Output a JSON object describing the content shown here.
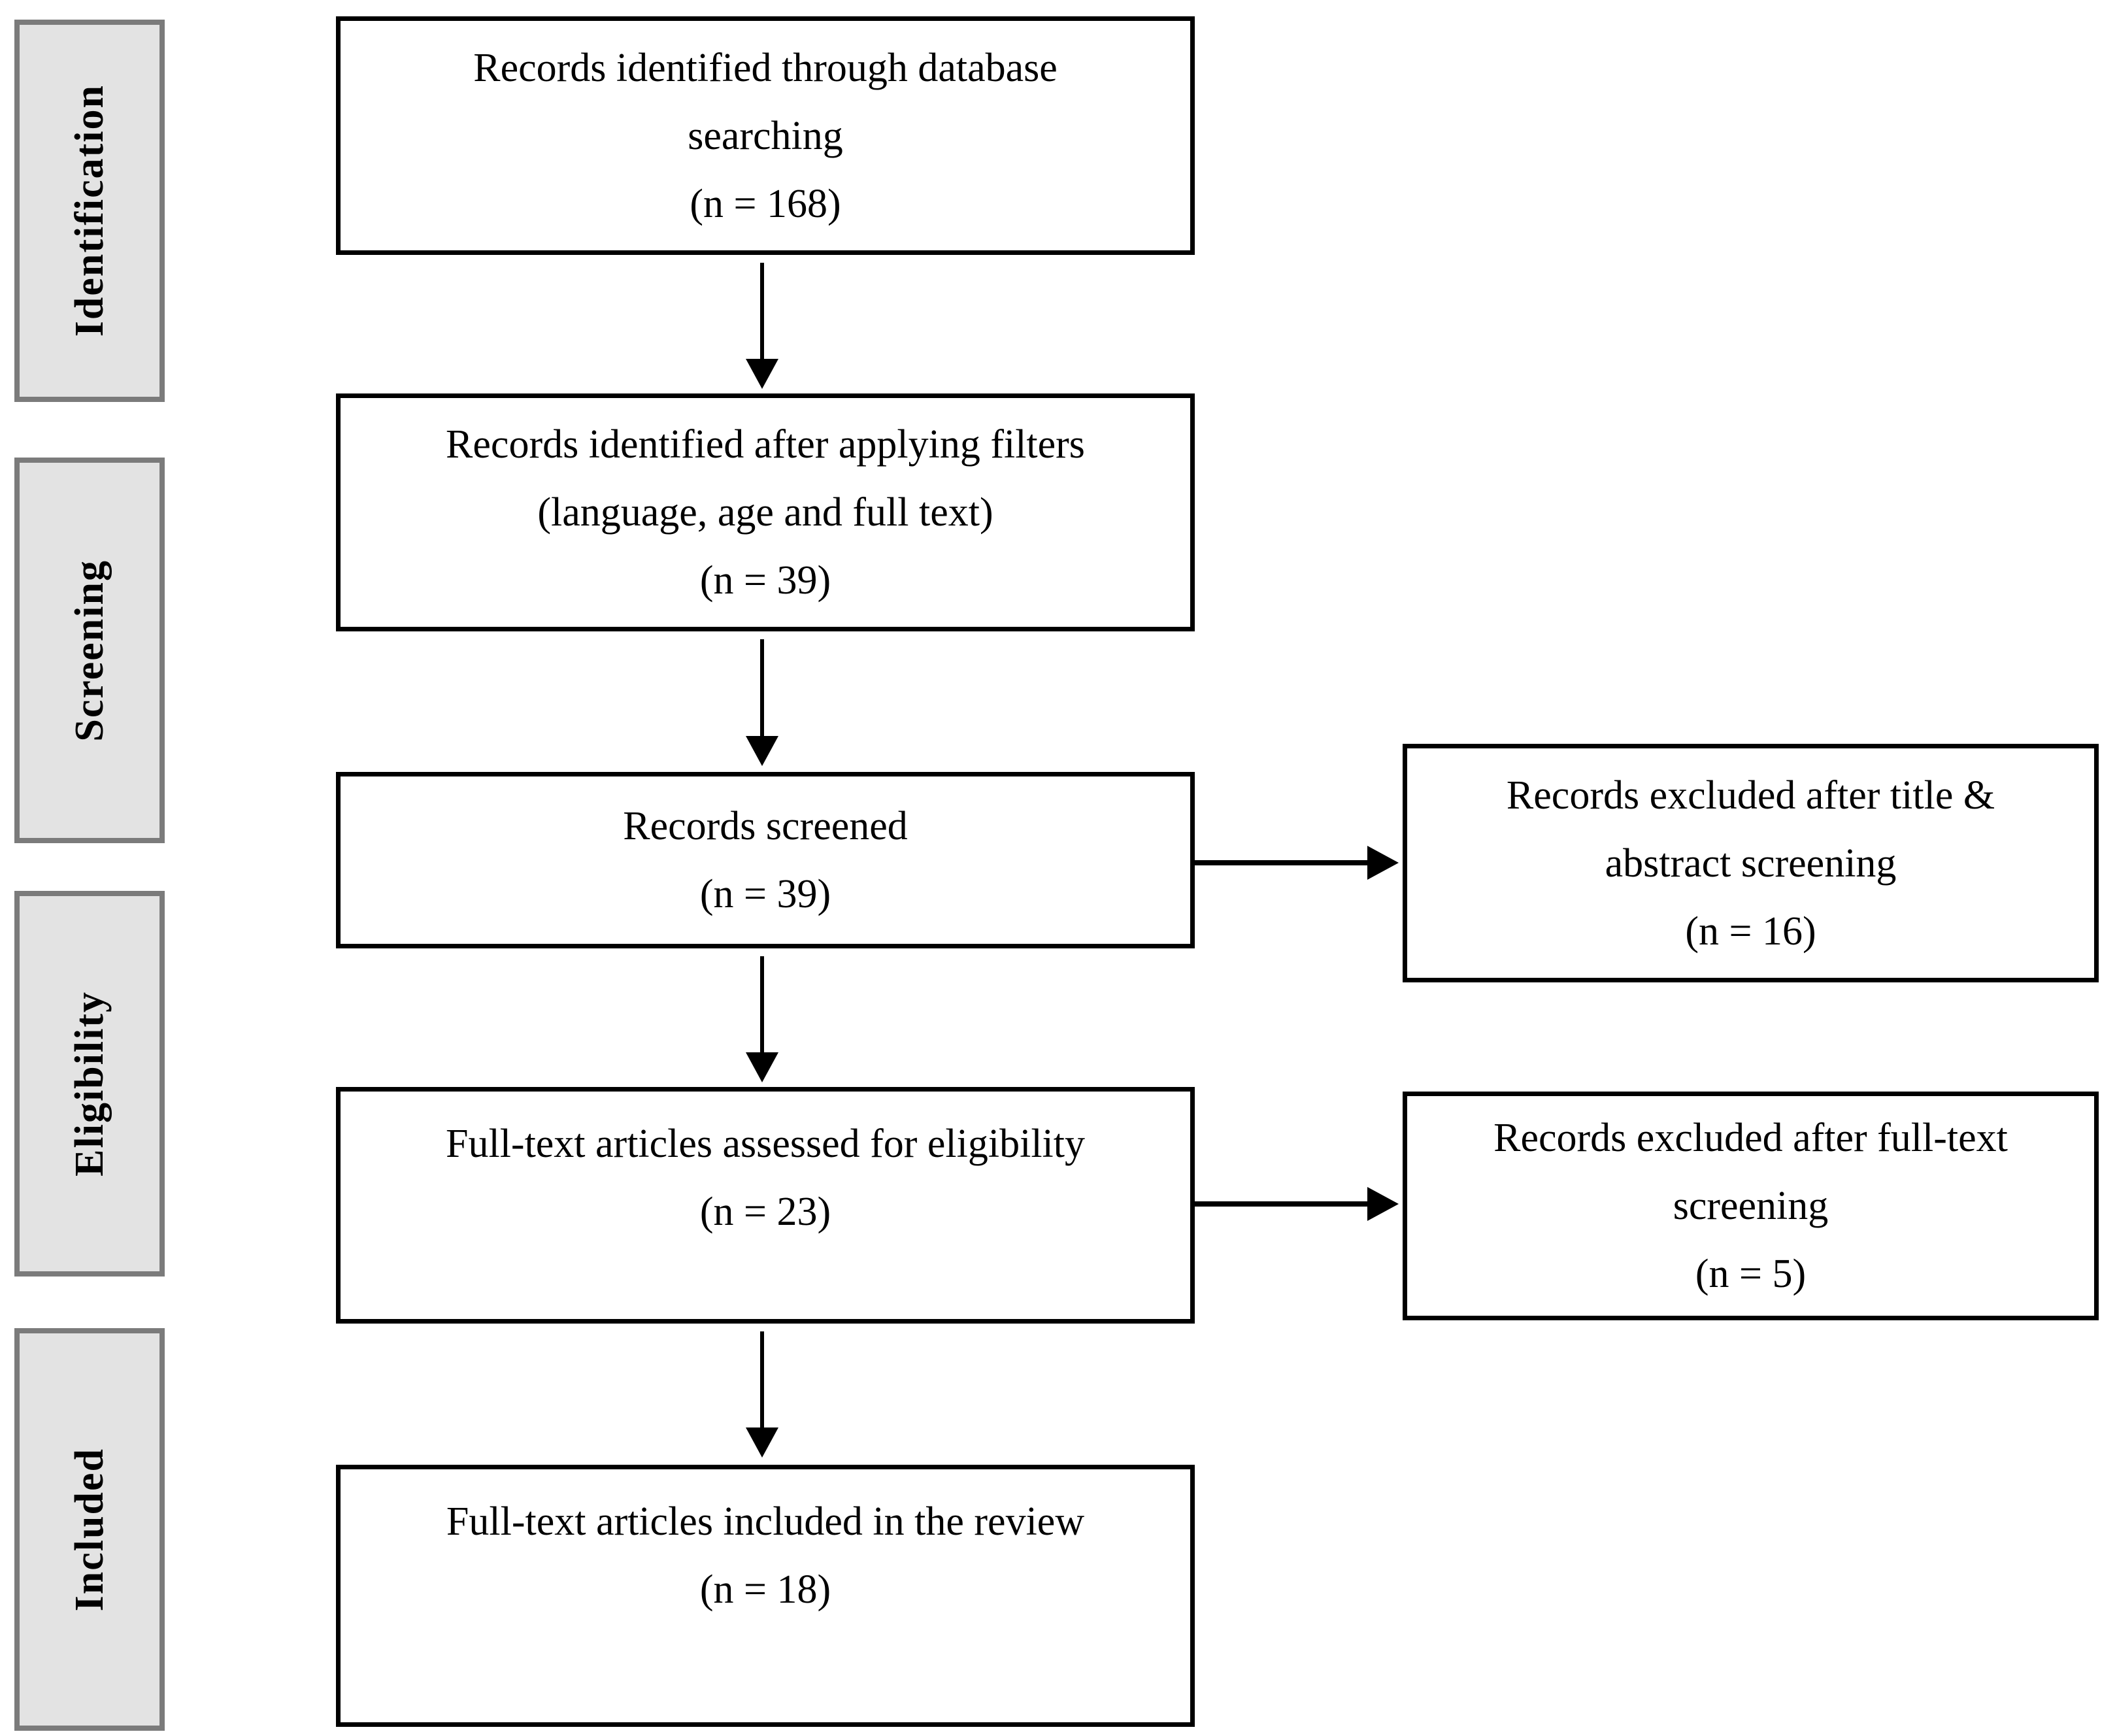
{
  "colors": {
    "background": "#ffffff",
    "box_border": "#000000",
    "stage_fill": "#e3e3e3",
    "stage_border": "#7b7b7b",
    "text": "#000000"
  },
  "sidebar": {
    "stages": [
      {
        "label": "Identification"
      },
      {
        "label": "Screening"
      },
      {
        "label": "Eligibility"
      },
      {
        "label": "Included"
      }
    ]
  },
  "flow": {
    "main_boxes": [
      {
        "name": "records-identified",
        "count": 168,
        "lines": [
          "Records identified through database",
          "searching",
          "(n = 168)"
        ]
      },
      {
        "name": "records-after-filters",
        "count": 39,
        "lines": [
          "Records identified after applying filters",
          "(language, age and full text)",
          "(n = 39)"
        ]
      },
      {
        "name": "records-screened",
        "count": 39,
        "lines": [
          "Records screened",
          "(n = 39)"
        ]
      },
      {
        "name": "fulltext-assessed",
        "count": 23,
        "lines": [
          "Full-text articles assessed for eligibility",
          "(n = 23)"
        ]
      },
      {
        "name": "fulltext-included",
        "count": 18,
        "lines": [
          "Full-text articles included in the review",
          "(n = 18)"
        ]
      }
    ],
    "side_boxes": [
      {
        "name": "excluded-title-abstract",
        "count": 16,
        "lines": [
          "Records excluded after title &",
          "abstract screening",
          "(n = 16)"
        ]
      },
      {
        "name": "excluded-fulltext",
        "count": 5,
        "lines": [
          "Records excluded after full-text",
          "screening",
          "(n = 5)"
        ]
      }
    ]
  }
}
